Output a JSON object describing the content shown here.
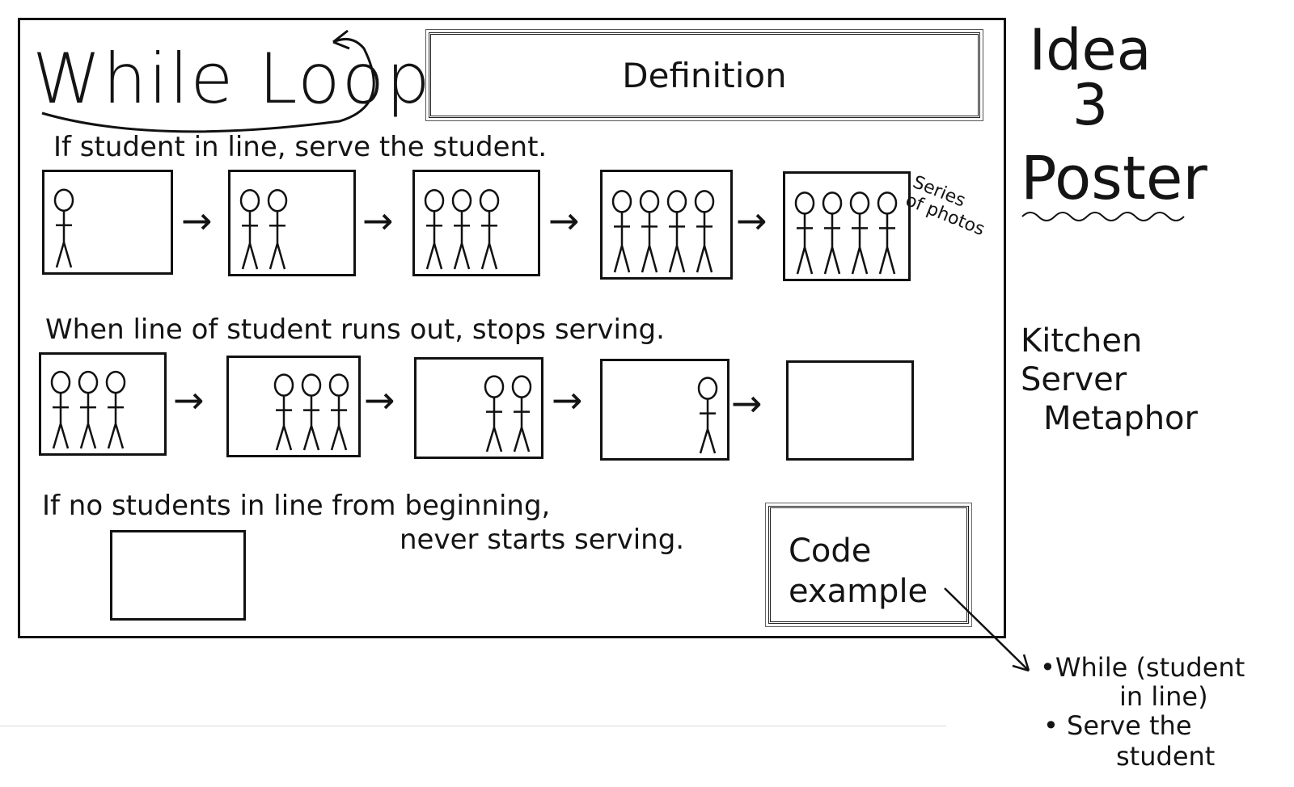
{
  "title": "While Loop",
  "definition_label": "Definition",
  "captions": {
    "row1": "If student in line, serve the student.",
    "row2": "When line of student runs out, stops serving.",
    "row3_line1": "If no students in line from beginning,",
    "row3_line2": "never starts serving."
  },
  "series_note": {
    "line1": "Series",
    "line2": "of photos"
  },
  "side": {
    "idea": "Idea",
    "number": "3",
    "poster": "Poster",
    "metaphor_line1": "Kitchen",
    "metaphor_line2": "Server",
    "metaphor_line3": "Metaphor"
  },
  "code_box": {
    "line1": "Code",
    "line2": "example"
  },
  "code": {
    "line1": "•While (student",
    "line2": "in line)",
    "line3": "• Serve the",
    "line4": "student"
  },
  "arrow_glyph": "→",
  "row1_counts": [
    1,
    2,
    3,
    4,
    4
  ],
  "row2_counts": [
    3,
    3,
    2,
    1,
    0
  ],
  "row3_counts": [
    0
  ]
}
